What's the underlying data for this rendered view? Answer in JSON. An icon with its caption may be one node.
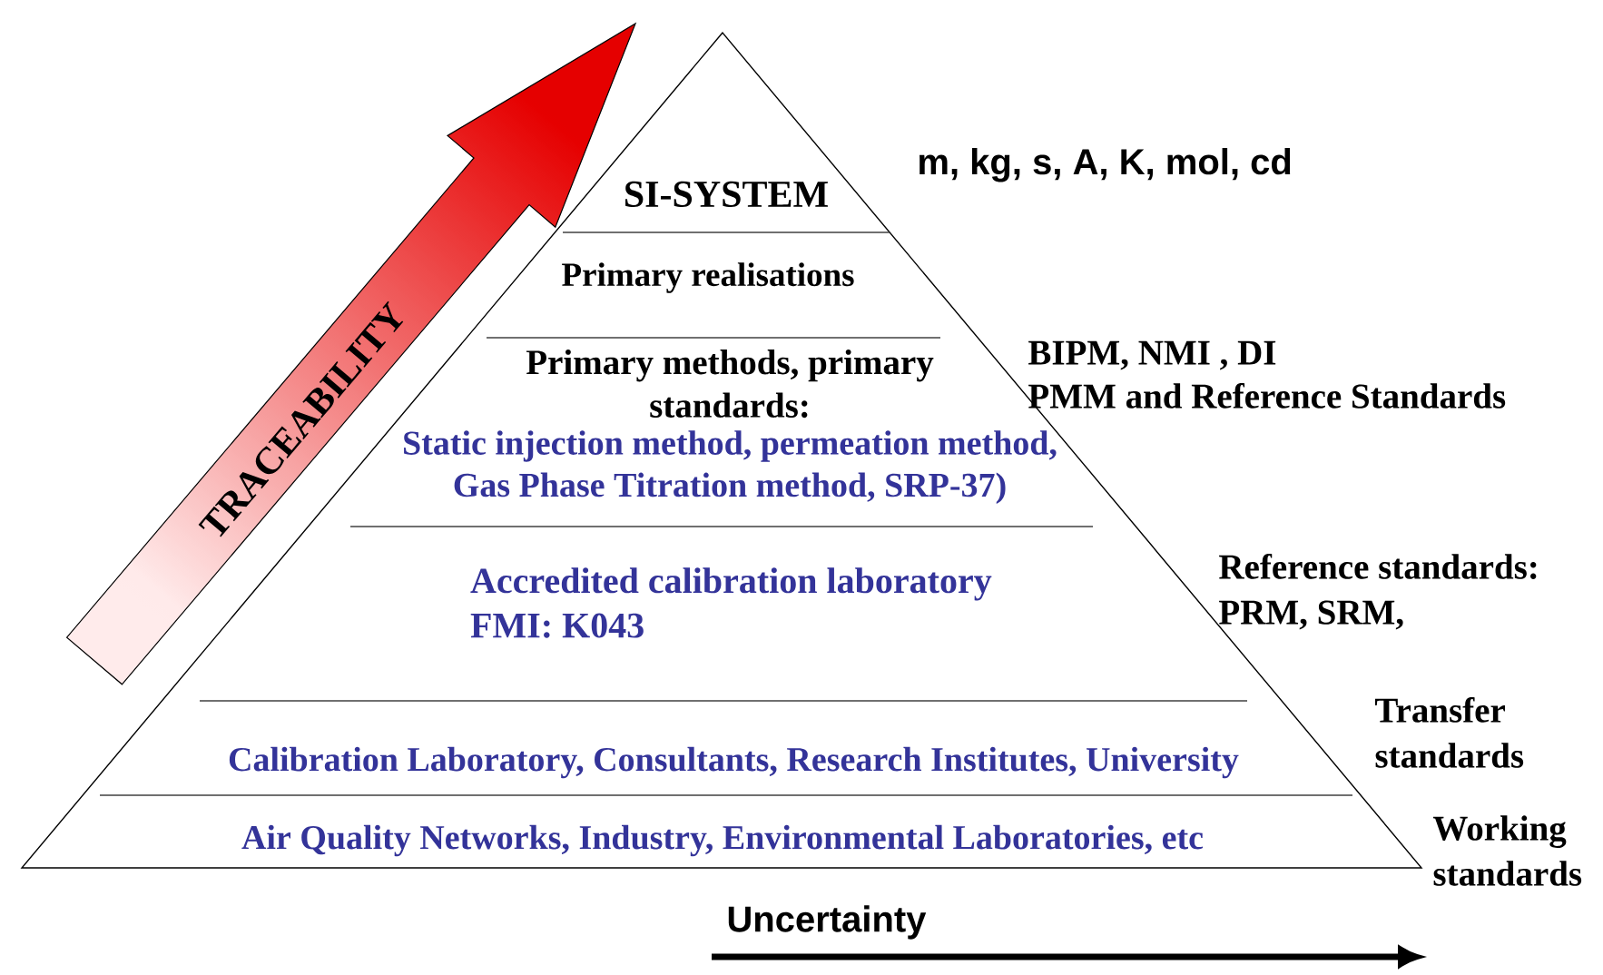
{
  "diagram": {
    "nodes": [
      {
        "text": [
          "SI-SYSTEM"
        ],
        "beside": [
          "m, kg, s, A, K, mol, cd"
        ]
      },
      {
        "text": [
          "Primary realisations"
        ]
      },
      {
        "text": [
          "Primary methods, primary standards:",
          "Static injection method, permeation method, Gas Phase Titration method,  SRP-37)"
        ],
        "beside": [
          "BIPM, NMI , DI",
          "PMM and Reference Standards"
        ]
      },
      {
        "text": [
          "Accredited calibration laboratory",
          "FMI: K043"
        ]
      },
      {
        "text": [
          "Calibration Laboratory, Consultants, Research Institutes, University"
        ],
        "beside": [
          "Transfer standards"
        ]
      },
      {
        "text": [
          "Air Quality Networks, Industry, Environmental Laboratories, etc"
        ]
      }
    ],
    "labels": [
      "TRACEABILITY",
      "Reference standards: PRM, SRM,",
      "Working standards",
      "Uncertainty"
    ]
  }
}
